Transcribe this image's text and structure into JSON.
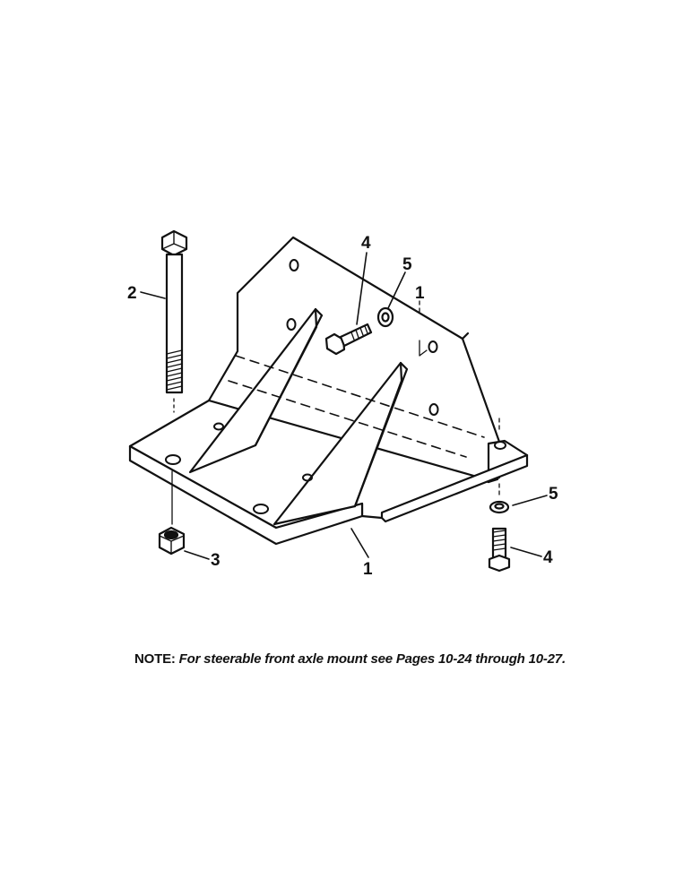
{
  "callouts": {
    "c1_lower": "1",
    "c1_upper": "1",
    "c2": "2",
    "c3": "3",
    "c4_upper": "4",
    "c4_lower": "4",
    "c5_upper": "5",
    "c5_lower": "5"
  },
  "note": {
    "lead": "NOTE:",
    "text": "For steerable front axle mount see  Pages 10-24 through 10-27."
  }
}
